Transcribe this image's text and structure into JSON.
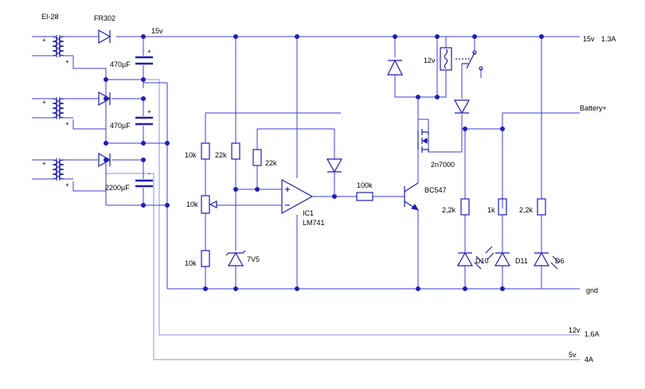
{
  "labels": {
    "transformer": "EI-28",
    "diode_main": "FR302",
    "rail_15v": "15v",
    "out_15v": "15v",
    "out_15v_rating": "1.3A",
    "cap1": "470µF",
    "cap2": "470µF",
    "cap3": "2200µF",
    "relay": "12v",
    "battery": "Battery+",
    "r_top": "10k",
    "r_22k_a": "22k",
    "r_22k_b": "22k",
    "pot": "10k",
    "r_bottom": "10k",
    "zener": "7V5",
    "ic_name": "IC1",
    "ic_part": "LM741",
    "r_100k": "100k",
    "transistor": "BC547",
    "mosfet": "2n7000",
    "r_d10": "2,2k",
    "r_d11": "1k",
    "r_d6": "2,2k",
    "led1": "D10",
    "led2": "D11",
    "led3": "D6",
    "gnd": "gnd",
    "out_12v": "12v",
    "out_12v_rating": "1.6A",
    "out_5v": "5v",
    "out_5v_rating": "4A",
    "plus": "+",
    "minus": "-"
  },
  "colors": {
    "wire": "#3d3dd6",
    "wire_light": "#8f8fe8",
    "component": "#1e1eb4",
    "junction": "#1e1eb4",
    "text": "#000000",
    "background": "#ffffff"
  }
}
